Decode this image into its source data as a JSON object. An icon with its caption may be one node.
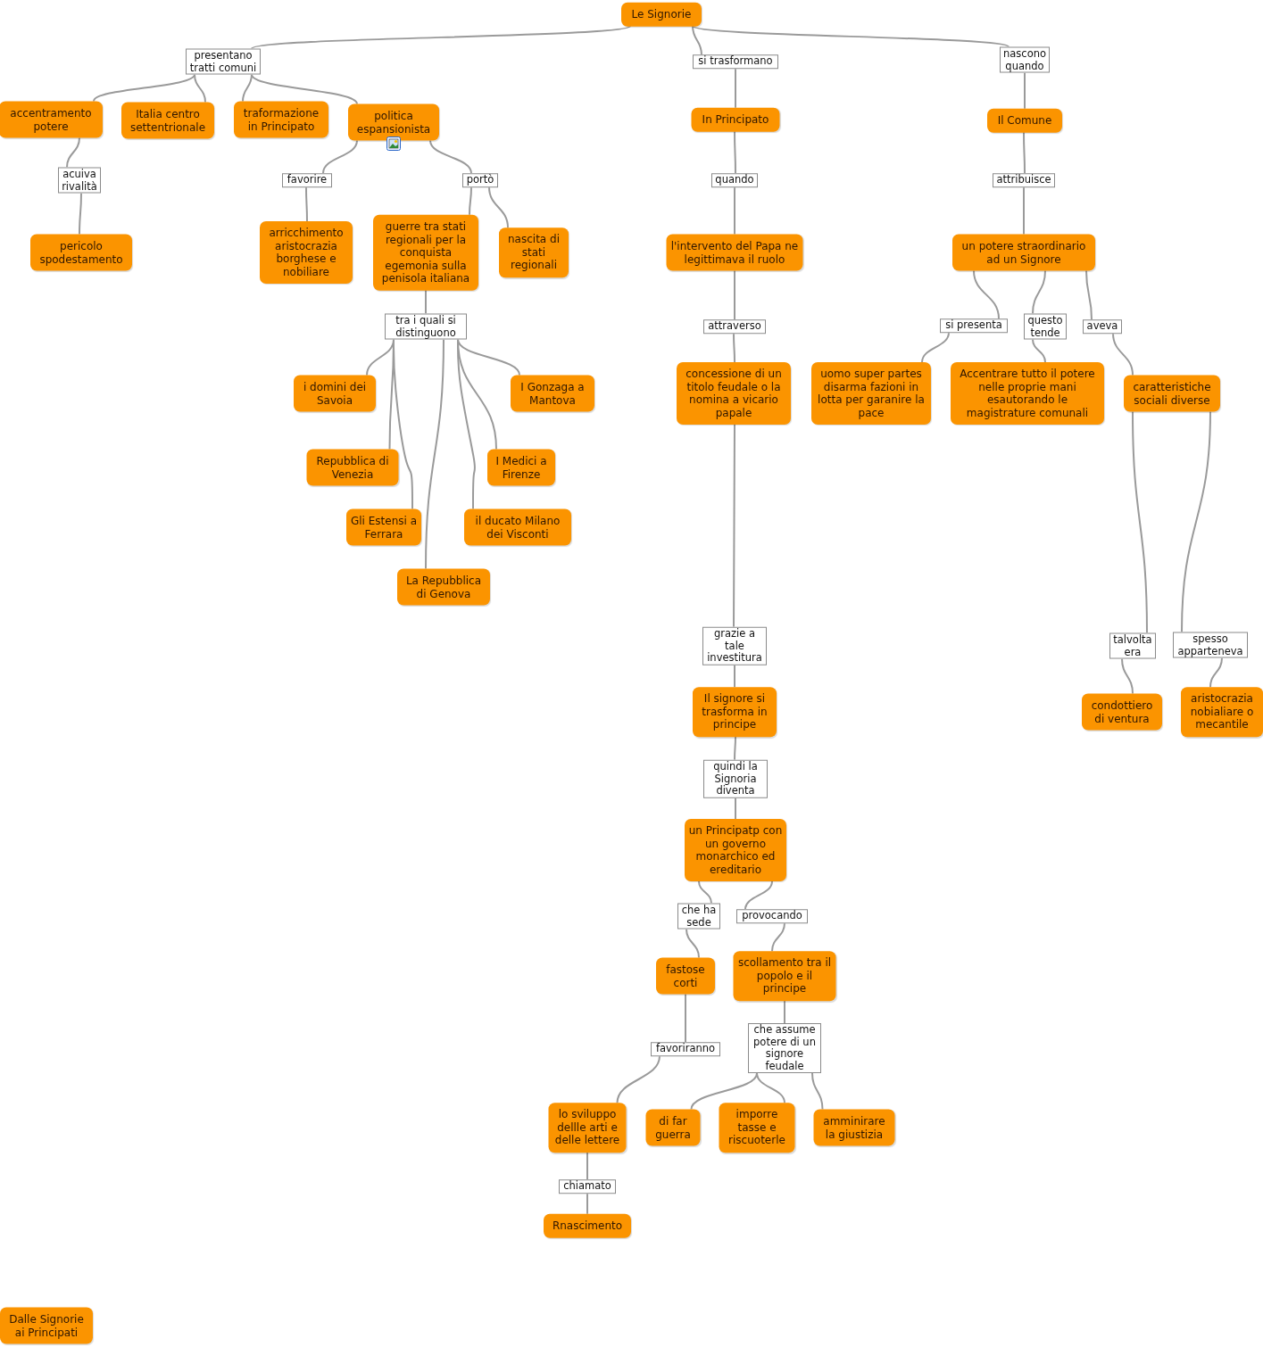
{
  "diagram": {
    "nodes": [
      {
        "text": [
          "Le Signorie"
        ]
      },
      {
        "text": [
          "presentano tratti comuni"
        ]
      },
      {
        "text": [
          "accentramento potere"
        ]
      },
      {
        "text": [
          "Italia centro settentrionale"
        ]
      },
      {
        "text": [
          "traformazione in Principato"
        ]
      },
      {
        "text": [
          "politica espansionista"
        ]
      },
      {
        "text": [
          "acuiva rivalità"
        ]
      },
      {
        "text": [
          "pericolo spodestamento"
        ]
      },
      {
        "text": [
          "favorire"
        ]
      },
      {
        "text": [
          "portò"
        ]
      },
      {
        "text": [
          "arricchimento aristocrazia borghese e nobiliare"
        ]
      },
      {
        "text": [
          "guerre tra stati regionali per la conquista egemonia sulla penisola italiana"
        ]
      },
      {
        "text": [
          "nascita di stati regionali"
        ]
      },
      {
        "text": [
          "tra i quali si distinguono"
        ]
      },
      {
        "text": [
          "i domini dei Savoia"
        ]
      },
      {
        "text": [
          "I Gonzaga a Mantova"
        ]
      },
      {
        "text": [
          "Repubblica di Venezia"
        ]
      },
      {
        "text": [
          "I Medici a Firenze"
        ]
      },
      {
        "text": [
          "Gli Estensi a Ferrara"
        ]
      },
      {
        "text": [
          "il ducato Milano dei Visconti"
        ]
      },
      {
        "text": [
          "La Repubblica di Genova"
        ]
      },
      {
        "text": [
          "si trasformano"
        ]
      },
      {
        "text": [
          "In Principato"
        ]
      },
      {
        "text": [
          "quando"
        ]
      },
      {
        "text": [
          "l'intervento del Papa ne legittimava il ruolo"
        ]
      },
      {
        "text": [
          "attraverso"
        ]
      },
      {
        "text": [
          "concessione di un titolo feudale o la nomina a vicario papale"
        ]
      },
      {
        "text": [
          "grazie a tale investitura"
        ]
      },
      {
        "text": [
          "Il signore si trasforma in principe"
        ]
      },
      {
        "text": [
          "quindi la Signoria diventa"
        ]
      },
      {
        "text": [
          "un Principatp con un governo monarchico ed ereditario"
        ]
      },
      {
        "text": [
          "che ha sede"
        ]
      },
      {
        "text": [
          "provocando"
        ]
      },
      {
        "text": [
          "fastose corti"
        ]
      },
      {
        "text": [
          "scollamento tra il popolo e il principe"
        ]
      },
      {
        "text": [
          "favoriranno"
        ]
      },
      {
        "text": [
          "che assume potere di un signore feudale"
        ]
      },
      {
        "text": [
          "lo sviluppo dellle arti e delle lettere"
        ]
      },
      {
        "text": [
          "di far guerra"
        ]
      },
      {
        "text": [
          "imporre tasse e riscuoterle"
        ]
      },
      {
        "text": [
          "amminirare la giustizia"
        ]
      },
      {
        "text": [
          "chiamato"
        ]
      },
      {
        "text": [
          "Rnascimento"
        ]
      },
      {
        "text": [
          "nascono quando"
        ]
      },
      {
        "text": [
          "Il Comune"
        ]
      },
      {
        "text": [
          "attribuisce"
        ]
      },
      {
        "text": [
          "un potere straordinario ad un Signore"
        ]
      },
      {
        "text": [
          "si presenta"
        ]
      },
      {
        "text": [
          "questo tende"
        ]
      },
      {
        "text": [
          "aveva"
        ]
      },
      {
        "text": [
          "uomo super partes disarma fazioni in lotta per garanire la pace"
        ]
      },
      {
        "text": [
          "Accentrare tutto il potere nelle proprie mani esautorando le magistrature comunali"
        ]
      },
      {
        "text": [
          "caratteristiche sociali diverse"
        ]
      },
      {
        "text": [
          "talvolta era"
        ]
      },
      {
        "text": [
          "spesso apparteneva"
        ]
      },
      {
        "text": [
          "condottiero di ventura"
        ]
      },
      {
        "text": [
          "aristocrazia nobialiare o mecantile"
        ]
      },
      {
        "text": [
          "Dalle Signorie ai Principati"
        ]
      }
    ],
    "edges": [
      {
        "from": 0,
        "to": 1,
        "arrow": "none"
      },
      {
        "from": 1,
        "to": 2,
        "arrow": "none"
      },
      {
        "from": 1,
        "to": 3,
        "arrow": "none"
      },
      {
        "from": 1,
        "to": 4,
        "arrow": "none"
      },
      {
        "from": 1,
        "to": 5,
        "arrow": "none"
      },
      {
        "from": 2,
        "to": 6,
        "arrow": "none"
      },
      {
        "from": 6,
        "to": 7,
        "arrow": "none"
      },
      {
        "from": 5,
        "to": 8,
        "arrow": "none"
      },
      {
        "from": 5,
        "to": 9,
        "arrow": "none"
      },
      {
        "from": 8,
        "to": 10,
        "arrow": "none"
      },
      {
        "from": 9,
        "to": 11,
        "arrow": "none"
      },
      {
        "from": 9,
        "to": 12,
        "arrow": "none"
      },
      {
        "from": 11,
        "to": 13,
        "arrow": "none"
      },
      {
        "from": 13,
        "to": 14,
        "arrow": "none"
      },
      {
        "from": 13,
        "to": 15,
        "arrow": "none"
      },
      {
        "from": 13,
        "to": 16,
        "arrow": "none"
      },
      {
        "from": 13,
        "to": 17,
        "arrow": "none"
      },
      {
        "from": 13,
        "to": 18,
        "arrow": "none"
      },
      {
        "from": 13,
        "to": 19,
        "arrow": "none"
      },
      {
        "from": 13,
        "to": 20,
        "arrow": "none"
      },
      {
        "from": 0,
        "to": 21,
        "arrow": "none"
      },
      {
        "from": 21,
        "to": 22,
        "arrow": "none"
      },
      {
        "from": 22,
        "to": 23,
        "arrow": "none"
      },
      {
        "from": 23,
        "to": 24,
        "arrow": "none"
      },
      {
        "from": 24,
        "to": 25,
        "arrow": "none"
      },
      {
        "from": 25,
        "to": 26,
        "arrow": "none"
      },
      {
        "from": 26,
        "to": 27,
        "arrow": "none"
      },
      {
        "from": 27,
        "to": 28,
        "arrow": "none"
      },
      {
        "from": 28,
        "to": 29,
        "arrow": "none"
      },
      {
        "from": 29,
        "to": 30,
        "arrow": "none"
      },
      {
        "from": 30,
        "to": 31,
        "arrow": "none"
      },
      {
        "from": 30,
        "to": 32,
        "arrow": "none"
      },
      {
        "from": 31,
        "to": 33,
        "arrow": "none"
      },
      {
        "from": 32,
        "to": 34,
        "arrow": "none"
      },
      {
        "from": 33,
        "to": 35,
        "arrow": "none"
      },
      {
        "from": 35,
        "to": 37,
        "arrow": "none"
      },
      {
        "from": 34,
        "to": 36,
        "arrow": "none"
      },
      {
        "from": 36,
        "to": 38,
        "arrow": "none"
      },
      {
        "from": 36,
        "to": 39,
        "arrow": "none"
      },
      {
        "from": 36,
        "to": 40,
        "arrow": "none"
      },
      {
        "from": 37,
        "to": 41,
        "arrow": "none"
      },
      {
        "from": 41,
        "to": 42,
        "arrow": "none"
      },
      {
        "from": 0,
        "to": 43,
        "arrow": "none"
      },
      {
        "from": 43,
        "to": 44,
        "arrow": "none"
      },
      {
        "from": 44,
        "to": 45,
        "arrow": "none"
      },
      {
        "from": 45,
        "to": 46,
        "arrow": "none"
      },
      {
        "from": 46,
        "to": 47,
        "arrow": "none"
      },
      {
        "from": 46,
        "to": 48,
        "arrow": "none"
      },
      {
        "from": 46,
        "to": 49,
        "arrow": "none"
      },
      {
        "from": 47,
        "to": 50,
        "arrow": "none"
      },
      {
        "from": 48,
        "to": 51,
        "arrow": "none"
      },
      {
        "from": 49,
        "to": 52,
        "arrow": "none"
      },
      {
        "from": 52,
        "to": 53,
        "arrow": "none"
      },
      {
        "from": 52,
        "to": 54,
        "arrow": "none"
      },
      {
        "from": 53,
        "to": 55,
        "arrow": "none"
      },
      {
        "from": 54,
        "to": 56,
        "arrow": "none"
      }
    ]
  }
}
